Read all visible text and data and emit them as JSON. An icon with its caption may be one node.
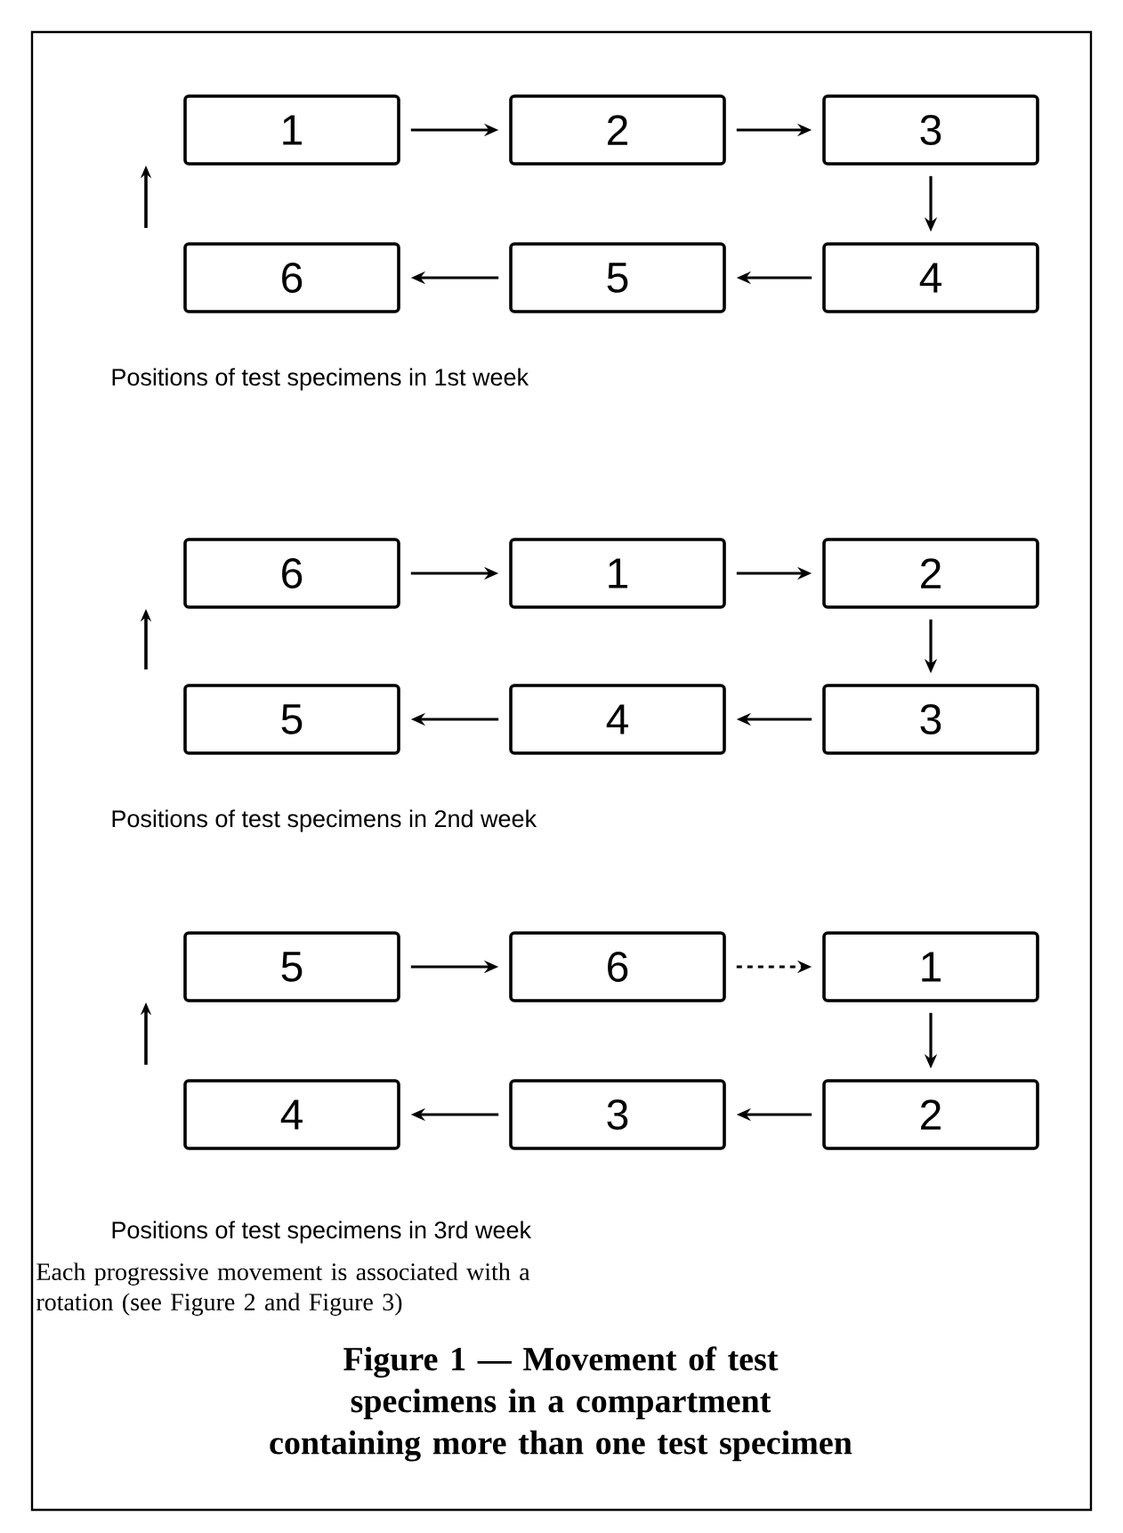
{
  "diagram": {
    "caption": "Figure 1 — Movement of test specimens in a compartment containing more than one test specimen",
    "nodes": [
      {
        "text": [
          "1"
        ]
      },
      {
        "text": [
          "2"
        ]
      },
      {
        "text": [
          "3"
        ]
      },
      {
        "text": [
          "6"
        ]
      },
      {
        "text": [
          "5"
        ]
      },
      {
        "text": [
          "4"
        ]
      },
      {
        "text": [
          "6"
        ]
      },
      {
        "text": [
          "1"
        ]
      },
      {
        "text": [
          "2"
        ]
      },
      {
        "text": [
          "5"
        ]
      },
      {
        "text": [
          "4"
        ]
      },
      {
        "text": [
          "3"
        ]
      },
      {
        "text": [
          "5"
        ]
      },
      {
        "text": [
          "6"
        ]
      },
      {
        "text": [
          "1"
        ]
      },
      {
        "text": [
          "4"
        ]
      },
      {
        "text": [
          "3"
        ]
      },
      {
        "text": [
          "2"
        ]
      }
    ],
    "edges": [
      {
        "from": 0,
        "to": 1,
        "arrow": "to"
      },
      {
        "from": 1,
        "to": 2,
        "arrow": "to"
      },
      {
        "from": 2,
        "to": 5,
        "arrow": "to"
      },
      {
        "from": 5,
        "to": 4,
        "arrow": "to"
      },
      {
        "from": 4,
        "to": 3,
        "arrow": "to"
      },
      {
        "from": 6,
        "to": 7,
        "arrow": "to"
      },
      {
        "from": 7,
        "to": 8,
        "arrow": "to"
      },
      {
        "from": 8,
        "to": 11,
        "arrow": "to"
      },
      {
        "from": 11,
        "to": 10,
        "arrow": "to"
      },
      {
        "from": 10,
        "to": 9,
        "arrow": "to"
      },
      {
        "from": 12,
        "to": 13,
        "arrow": "to"
      },
      {
        "from": 13,
        "to": 14,
        "arrow": "to",
        "style": "dashed"
      },
      {
        "from": 14,
        "to": 17,
        "arrow": "to"
      },
      {
        "from": 17,
        "to": 16,
        "arrow": "to"
      },
      {
        "from": 16,
        "to": 15,
        "arrow": "to"
      }
    ],
    "labels": [
      "Positions of test specimens in 1st week",
      "Positions of test specimens in 2nd week",
      "Positions of test specimens in 3rd week",
      "Each progressive movement is associated with a rotation (see Figure 2 and Figure 3)"
    ]
  }
}
